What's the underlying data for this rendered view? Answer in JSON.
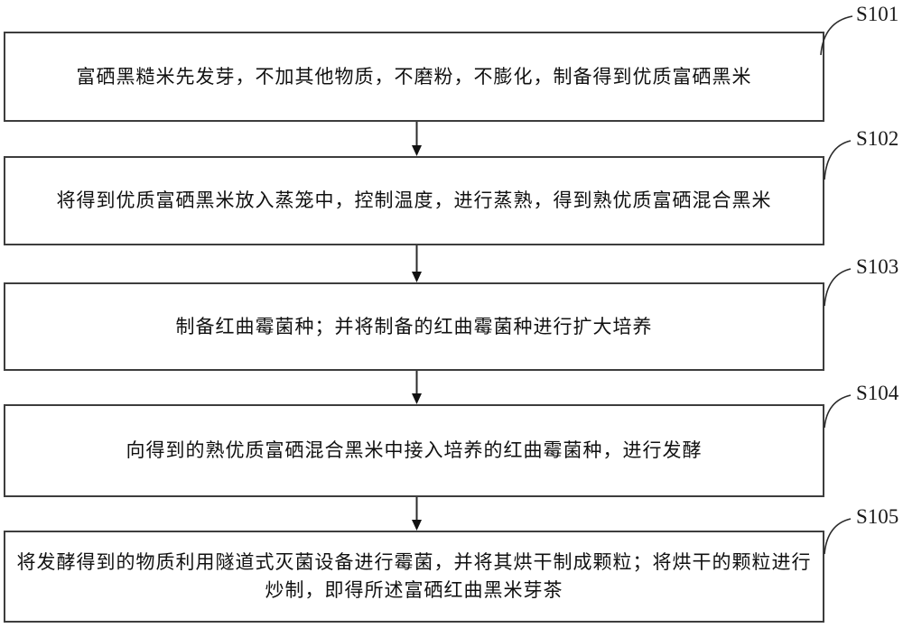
{
  "figure": {
    "background_color": "#ffffff",
    "line_color": "#3d3d3d",
    "text_color": "#111111",
    "type": "flowchart",
    "direction": "top-down"
  },
  "steps": [
    {
      "id": "S101",
      "lines": [
        "富硒黑糙米先发芽，不加其他物质，不磨粉，不膨化，制备得到优质富硒黑米"
      ]
    },
    {
      "id": "S102",
      "lines": [
        "将得到优质富硒黑米放入蒸笼中，控制温度，进行蒸熟，得到熟优质富硒混合黑米"
      ]
    },
    {
      "id": "S103",
      "lines": [
        "制备红曲霉菌种；并将制备的红曲霉菌种进行扩大培养"
      ]
    },
    {
      "id": "S104",
      "lines": [
        "向得到的熟优质富硒混合黑米中接入培养的红曲霉菌种，进行发酵"
      ]
    },
    {
      "id": "S105",
      "lines": [
        "将发酵得到的物质利用隧道式灭菌设备进行霉菌，并将其烘干制成颗粒；将烘干的颗粒进行",
        "炒制，即得所述富硒红曲黑米芽茶"
      ]
    }
  ]
}
